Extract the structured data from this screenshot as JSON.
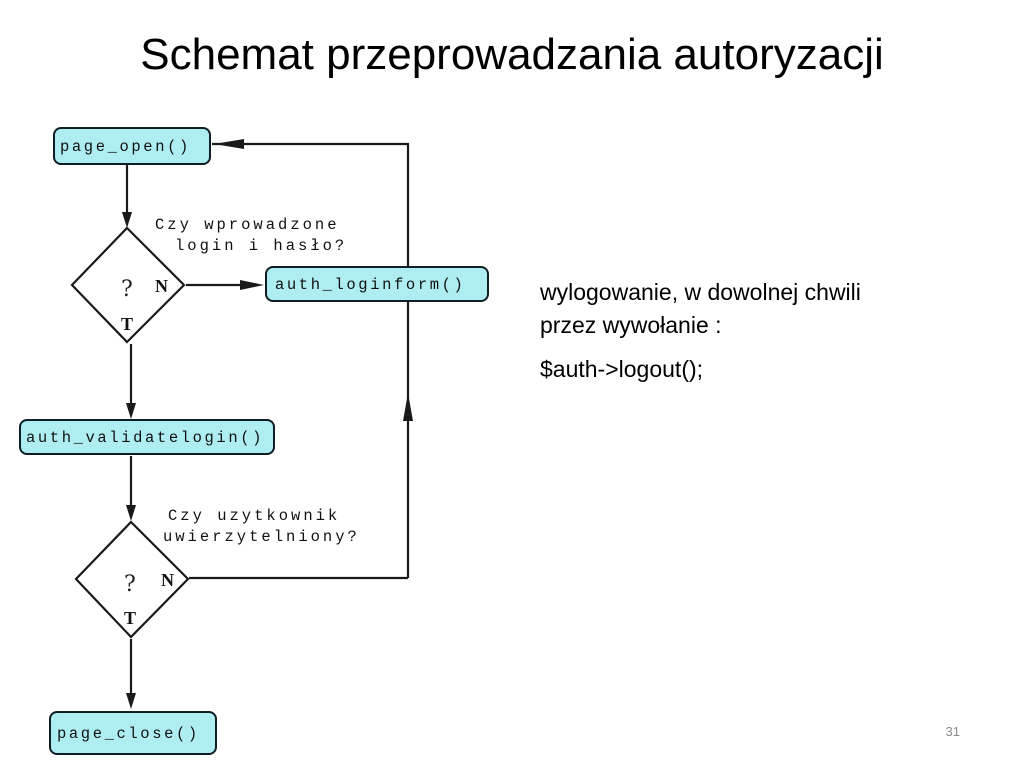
{
  "slide": {
    "title": "Schemat przeprowadzania autoryzacji",
    "page_number": "31"
  },
  "diagram": {
    "boxes": {
      "page_open": "page_open()",
      "auth_loginform": "auth_loginform()",
      "auth_validatelogin": "auth_validatelogin()",
      "page_close": "page_close()"
    },
    "questions": {
      "login_line1": "Czy wprowadzone",
      "login_line2": "login i hasło?",
      "auth_line1": "Czy uzytkownik",
      "auth_line2": "uwierzytelniony?"
    },
    "decision_mark": "?",
    "no_label": "N",
    "yes_label": "T"
  },
  "notes": {
    "paragraph1": "wylogowanie, w dowolnej chwili przez wywołanie :",
    "paragraph2": "$auth->logout();"
  }
}
